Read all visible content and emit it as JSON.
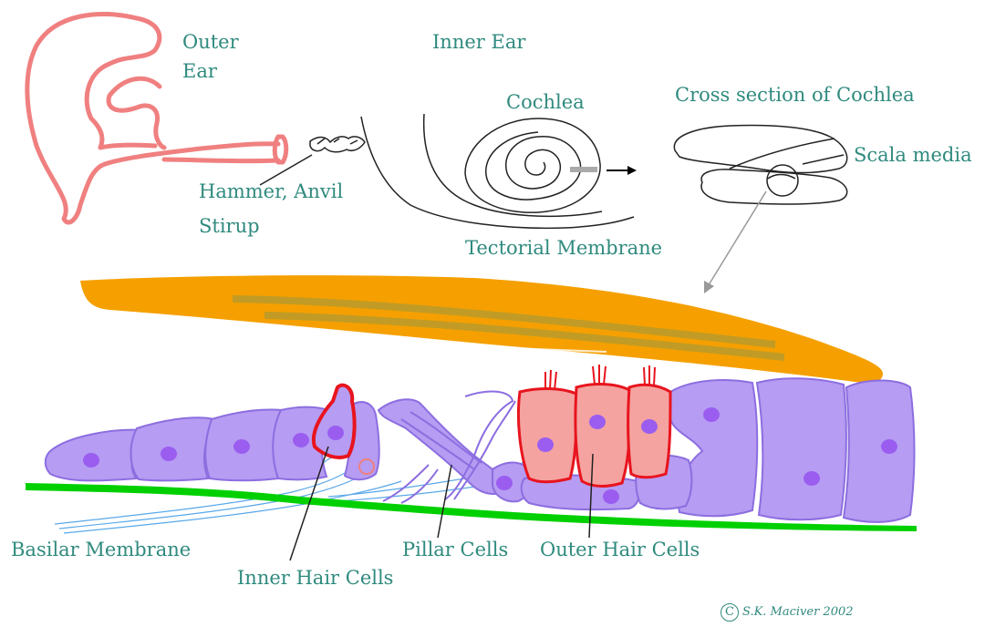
{
  "labels": {
    "outer_ear_line1": "Outer",
    "outer_ear_line2": "Ear",
    "inner_ear": "Inner Ear",
    "cochlea": "Cochlea",
    "cross_section": "Cross section of Cochlea",
    "scala_media": "Scala media",
    "hammer_anvil": "Hammer, Anvil",
    "stirup": "Stirup",
    "tectorial_membrane": "Tectorial Membrane",
    "basilar_membrane": "Basilar Membrane",
    "inner_hair_cells": "Inner Hair Cells",
    "pillar_cells": "Pillar Cells",
    "outer_hair_cells": "Outer Hair Cells"
  },
  "copyright": {
    "symbol": "C",
    "text": "S.K. Maciver 2002"
  },
  "colors": {
    "label_text": "#2f8a7e",
    "outer_ear": "#f08080",
    "tectorial_membrane": "#f5a000",
    "tectorial_stripes": "#b49a2e",
    "supporting_cells": "#b69cf2",
    "cell_outline": "#8c6ee0",
    "nuclei": "#9a5df0",
    "hair_cells_fill": "#f4a3a0",
    "hair_cells_outline": "#e8141e",
    "basilar_membrane": "#00d000",
    "nerve_fibers": "#5aa8e8",
    "line_art": "#222222"
  }
}
